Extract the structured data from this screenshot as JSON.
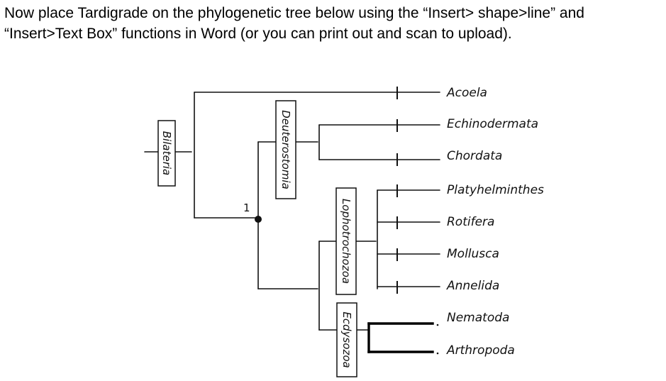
{
  "instructions": {
    "line1": "Now place Tardigrade on the phylogenetic tree below using the “Insert> shape>line” and",
    "line2": "“Insert>Text Box” functions in Word (or you can print out and scan to upload)."
  },
  "tree": {
    "taxa": [
      "Acoela",
      "Echinodermata",
      "Chordata",
      "Platyhelminthes",
      "Rotifera",
      "Mollusca",
      "Annelida",
      "Nematoda",
      "Arthropoda"
    ],
    "clades": {
      "bilateria": "Bilateria",
      "deuterostomia": "Deuterostomia",
      "lophotrochozoa": "Lophotrochozoa",
      "ecdysozoa": "Ecdysozoa"
    },
    "node_label": "1",
    "colors": {
      "ink": "#111111",
      "emphasis": "#000000"
    }
  }
}
